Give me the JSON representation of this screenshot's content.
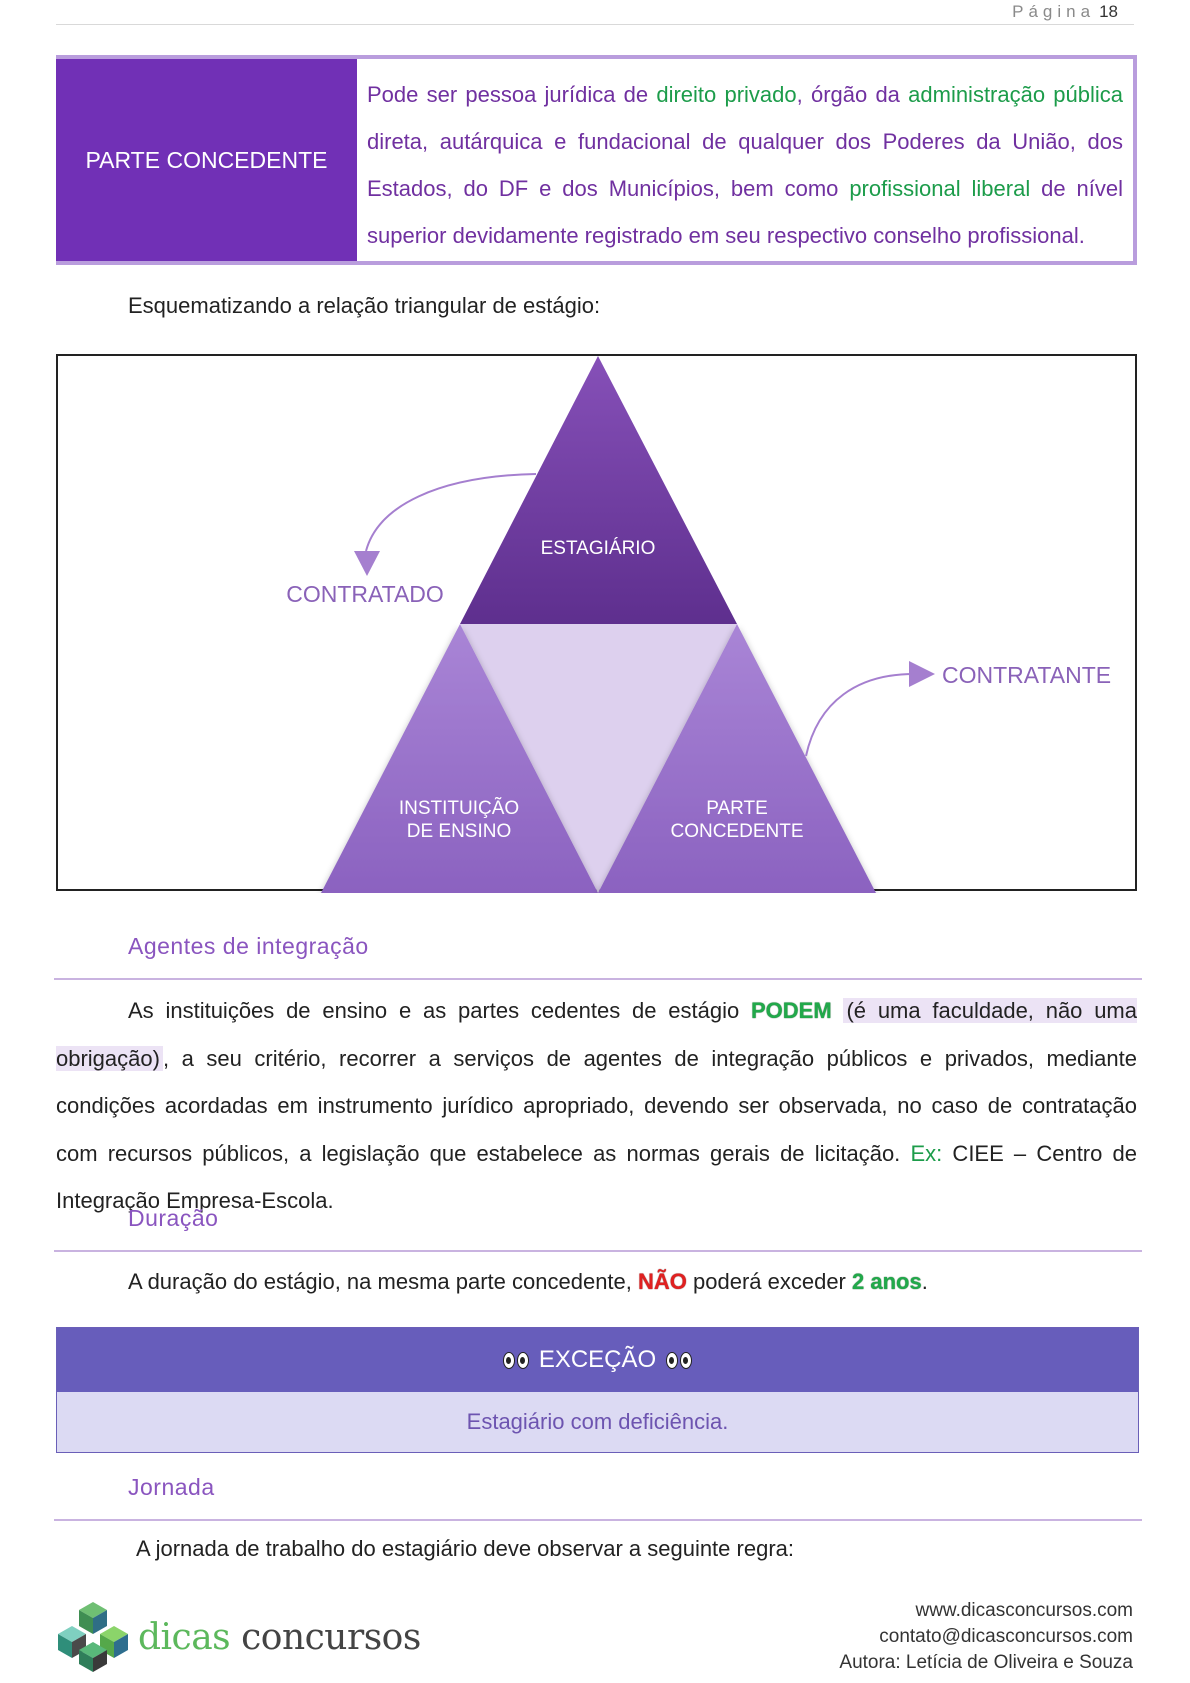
{
  "header": {
    "page_label": "Página",
    "page_number": "18"
  },
  "definition": {
    "label": "PARTE CONCEDENTE",
    "t1": "Pode ser pessoa jurídica de ",
    "t2": "direito privado",
    "t3": ", órgão da ",
    "t4": "administração pública",
    "t5": " direta, autárquica e fundacional de qualquer dos Poderes da União, dos Estados, do DF e dos Municípios, bem como ",
    "t6": "profissional liberal",
    "t7": " de nível superior devidamente registrado em seu respectivo conselho profissional."
  },
  "intro_text": "Esquematizando a relação triangular de estágio:",
  "diagram": {
    "top_label": "ESTAGIÁRIO",
    "left_line1": "INSTITUIÇÃO",
    "left_line2": "DE ENSINO",
    "right_line1": "PARTE",
    "right_line2": "CONCEDENTE",
    "contratado": "CONTRATADO",
    "contratante": "CONTRATANTE",
    "colors": {
      "top": "#6e3a9e",
      "side": "#9a72cc",
      "center": "#ddd0ee",
      "arrow": "#a57fcf"
    }
  },
  "sections": {
    "agentes_title": "Agentes de integração",
    "agentes": {
      "p1": "As instituições de ensino e as partes cedentes de estágio ",
      "podem": "PODEM",
      "p2": " ",
      "faculdade": "(é uma faculdade, não uma obrigação)",
      "p3": ", a seu critério, recorrer a serviços de agentes de integração públicos e privados, mediante condições acordadas em instrumento jurídico apropriado, devendo ser observada, no caso de contratação com recursos públicos, a legislação que estabelece as normas gerais de licitação. ",
      "ex": "Ex:",
      "p4": " CIEE – Centro de Integração Empresa-Escola."
    },
    "duracao_title": "Duração",
    "duracao": {
      "p1": "A duração do estágio, na mesma parte concedente, ",
      "nao": "NÃO",
      "p2": " poderá exceder ",
      "anos": "2 anos",
      "p3": "."
    },
    "excecao_title": "EXCEÇÃO",
    "excecao_body": "Estagiário com deficiência.",
    "jornada_title": "Jornada",
    "jornada_text": "A jornada de trabalho do estagiário deve observar a seguinte regra:"
  },
  "footer": {
    "brand1": "dicas",
    "brand2": "concursos",
    "site": "www.dicasconcursos.com",
    "email": "contato@dicasconcursos.com",
    "author": "Autora: Letícia de Oliveira e Souza"
  }
}
